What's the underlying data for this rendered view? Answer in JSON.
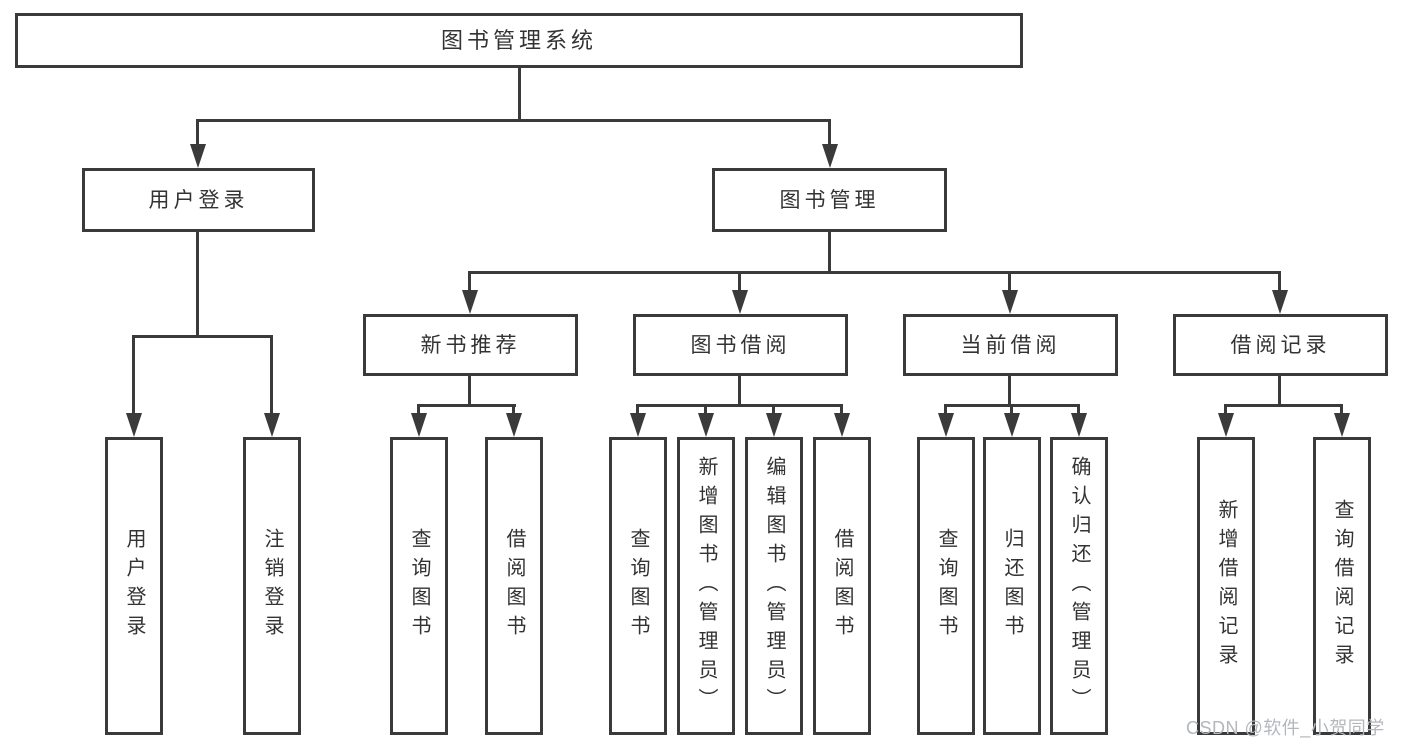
{
  "diagram": {
    "watermark": "CSDN @软件_小贺同学",
    "colors": {
      "line": "#3a3a3a",
      "box_border": "#3a3a3a",
      "text": "#333333",
      "watermark_text": "#b4b7bc",
      "background": "#ffffff"
    },
    "nodes": {
      "root": {
        "label": "图书管理系统"
      },
      "user_login": {
        "label": "用户登录"
      },
      "book_management": {
        "label": "图书管理"
      },
      "new_book_recommend": {
        "label": "新书推荐"
      },
      "book_borrowing": {
        "label": "图书借阅"
      },
      "current_borrowing": {
        "label": "当前借阅"
      },
      "borrowing_records": {
        "label": "借阅记录"
      },
      "leaf_user_login": {
        "label": "用户登录"
      },
      "leaf_logout": {
        "label": "注销登录"
      },
      "leaf_query_books_recommend": {
        "label": "查询图书"
      },
      "leaf_borrow_books_recommend": {
        "label": "借阅图书"
      },
      "leaf_query_books_borrowing": {
        "label": "查询图书"
      },
      "leaf_add_books_admin": {
        "label": "新增图书（管理员）"
      },
      "leaf_edit_books_admin": {
        "label": "编辑图书（管理员）"
      },
      "leaf_borrow_books_borrowing": {
        "label": "借阅图书"
      },
      "leaf_query_books_current": {
        "label": "查询图书"
      },
      "leaf_return_books": {
        "label": "归还图书"
      },
      "leaf_confirm_return_admin": {
        "label": "确认归还（管理员）"
      },
      "leaf_add_borrow_record": {
        "label": "新增借阅记录"
      },
      "leaf_query_borrow_record": {
        "label": "查询借阅记录"
      }
    }
  }
}
